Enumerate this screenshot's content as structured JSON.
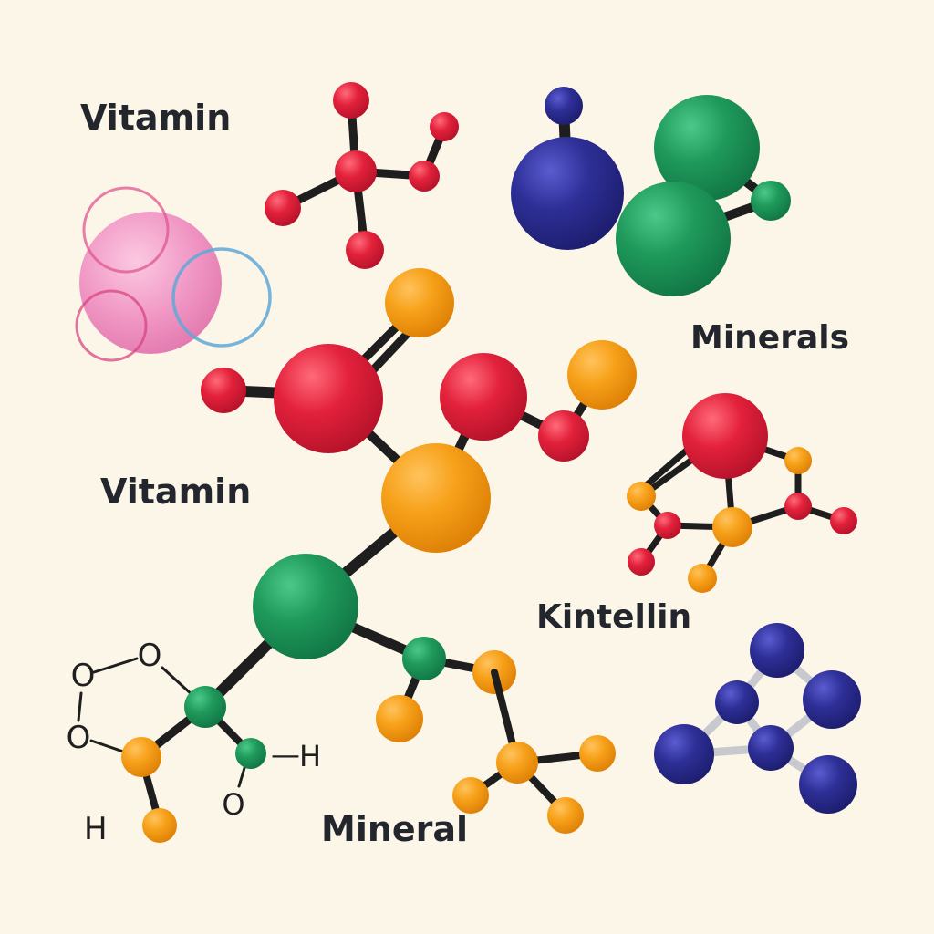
{
  "labels": {
    "vitamin_top": "Vitamin",
    "vitamin_mid": "Vitamin",
    "minerals": "Minerals",
    "kintellin": "Kintellin",
    "mineral": "Mineral"
  },
  "atom_letters": {
    "o1": "O",
    "o2": "O",
    "o3": "O",
    "o4": "O",
    "h_right": "H",
    "h_bottom": "H"
  },
  "bond_dash": "—",
  "colors": {
    "background": "#fbf6e7",
    "red": "#e3213b",
    "orange": "#f7a11a",
    "green": "#1f9a5b",
    "blue": "#2e2f97",
    "pink": "#f08fc2",
    "bond": "#1e1e1e",
    "text": "#23262d"
  }
}
